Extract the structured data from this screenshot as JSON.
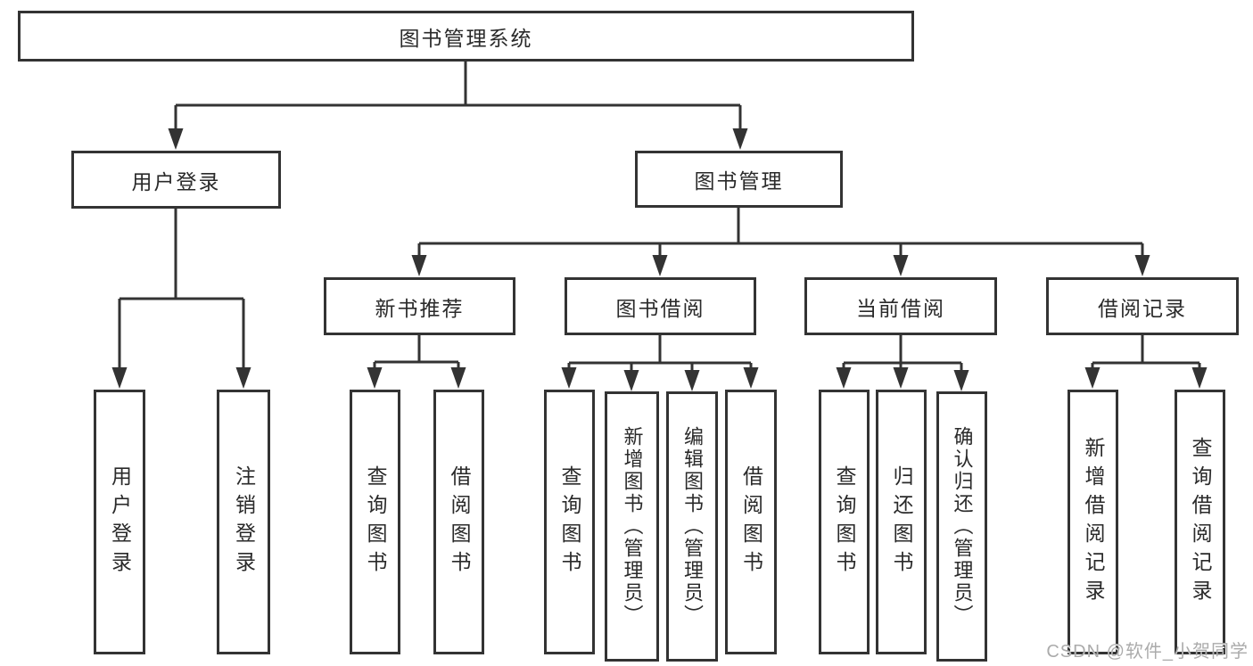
{
  "diagram": {
    "type": "hierarchy-diagram",
    "colors": {
      "line": "#333333",
      "box_border": "#333333",
      "box_background": "#ffffff",
      "text": "#2a2a2a",
      "watermark": "#ababab"
    },
    "tree": {
      "label": "图书管理系统",
      "children": [
        {
          "label": "用户登录",
          "children": [
            {
              "label": "用户登录"
            },
            {
              "label": "注销登录"
            }
          ]
        },
        {
          "label": "图书管理",
          "children": [
            {
              "label": "新书推荐",
              "children": [
                {
                  "label": "查询图书"
                },
                {
                  "label": "借阅图书"
                }
              ]
            },
            {
              "label": "图书借阅",
              "children": [
                {
                  "label": "查询图书"
                },
                {
                  "label": "新增图书（管理员）"
                },
                {
                  "label": "编辑图书（管理员）"
                },
                {
                  "label": "借阅图书"
                }
              ]
            },
            {
              "label": "当前借阅",
              "children": [
                {
                  "label": "查询图书"
                },
                {
                  "label": "归还图书"
                },
                {
                  "label": "确认归还（管理员）"
                }
              ]
            },
            {
              "label": "借阅记录",
              "children": [
                {
                  "label": "新增借阅记录"
                },
                {
                  "label": "查询借阅记录"
                }
              ]
            }
          ]
        }
      ]
    },
    "watermark": "CSDN @软件_小贺同学"
  }
}
